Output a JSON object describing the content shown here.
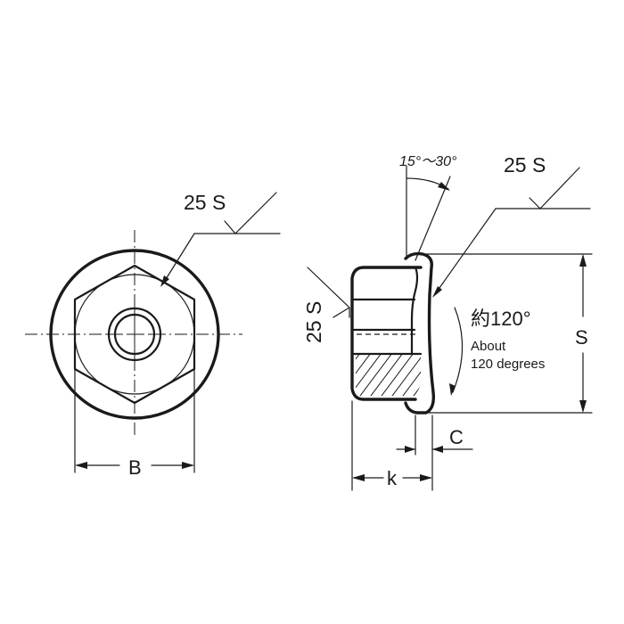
{
  "labels": {
    "finish_front": "25 S",
    "finish_side_top": "25 S",
    "finish_side_left": "25 S",
    "angle_range": "15°～30°",
    "angle_jp": "約120°",
    "angle_en_line1": "About",
    "angle_en_line2": "120 degrees",
    "dim_B": "B",
    "dim_S": "S",
    "dim_C": "C",
    "dim_k": "k"
  }
}
